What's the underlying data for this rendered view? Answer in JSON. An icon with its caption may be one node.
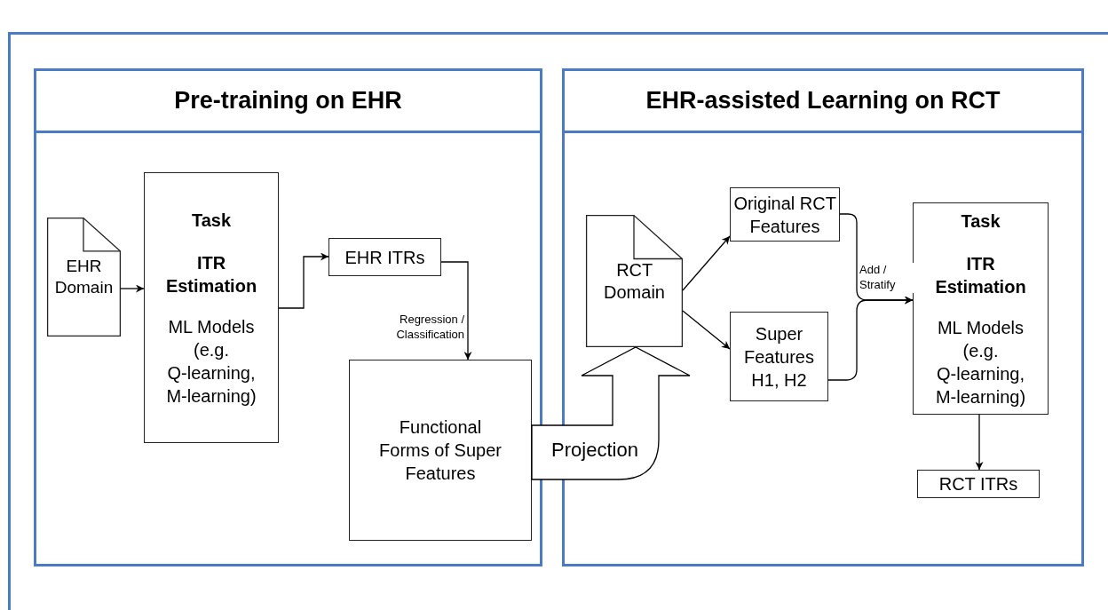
{
  "diagram": {
    "nodes": [
      {
        "text": [
          "Pre-training on EHR"
        ]
      },
      {
        "text": [
          "EHR Domain"
        ],
        "in": 0
      },
      {
        "text": [
          "Task",
          "ITR Estimation",
          "ML Models (e.g. Q-learning, M-learning)"
        ],
        "in": 0
      },
      {
        "text": [
          "EHR ITRs"
        ],
        "in": 0
      },
      {
        "text": [
          "Functional Forms of Super Features"
        ],
        "in": 0
      },
      {
        "text": [
          "EHR-assisted Learning on RCT"
        ]
      },
      {
        "text": [
          "RCT Domain"
        ],
        "in": 5
      },
      {
        "text": [
          "Original RCT Features"
        ],
        "in": 5
      },
      {
        "text": [
          "Super Features H1, H2"
        ],
        "in": 5
      },
      {
        "text": [
          "Task",
          "ITR Estimation",
          "ML Models (e.g. Q-learning, M-learning)"
        ],
        "in": 5
      },
      {
        "text": [
          "RCT ITRs"
        ],
        "in": 5
      }
    ],
    "edges": [
      {
        "from": 1,
        "to": 2,
        "arrow": "to"
      },
      {
        "from": 2,
        "to": 3,
        "arrow": "to"
      },
      {
        "from": 3,
        "to": 4,
        "arrow": "to",
        "label": "Regression / Classification"
      },
      {
        "from": 4,
        "to": 6,
        "arrow": "to",
        "label": "Projection",
        "style": "thick"
      },
      {
        "from": 6,
        "to": 7,
        "arrow": "to"
      },
      {
        "from": 6,
        "to": 8,
        "arrow": "to"
      },
      {
        "from": 7,
        "to": 9,
        "arrow": "to",
        "label": "Add / Stratify"
      },
      {
        "from": 8,
        "to": 9,
        "arrow": "to"
      },
      {
        "from": 9,
        "to": 10,
        "arrow": "to"
      }
    ]
  }
}
